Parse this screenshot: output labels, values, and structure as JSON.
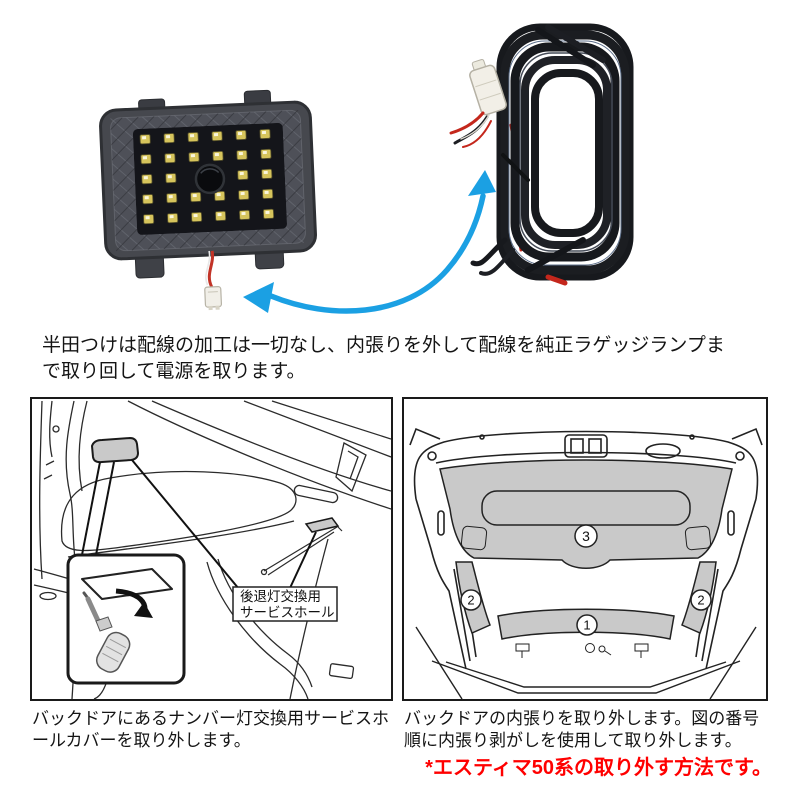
{
  "intro": {
    "text": "半田つけは配線の加工は一切なし、内張りを外して配線を純正ラゲッジランプまで取り回して電源を取ります。"
  },
  "hero": {
    "arrow_color": "#1ba0e3"
  },
  "diagrams": {
    "left": {
      "label": {
        "line1": "後退灯交換用",
        "line2": "サービスホール"
      },
      "caption": "バックドアにあるナンバー灯交換用サービスホールカバーを取り外します。"
    },
    "right": {
      "steps": [
        "1",
        "2",
        "3"
      ],
      "caption": "バックドアの内張りを取り外します。図の番号順に内張り剥がしを使用して取り外します。"
    }
  },
  "footnote": {
    "text": "*エスティマ50系の取り外す方法です。",
    "color": "#ff0000"
  },
  "colors": {
    "trim_gray": "#c9c9c9",
    "note_red": "#ff0000"
  }
}
